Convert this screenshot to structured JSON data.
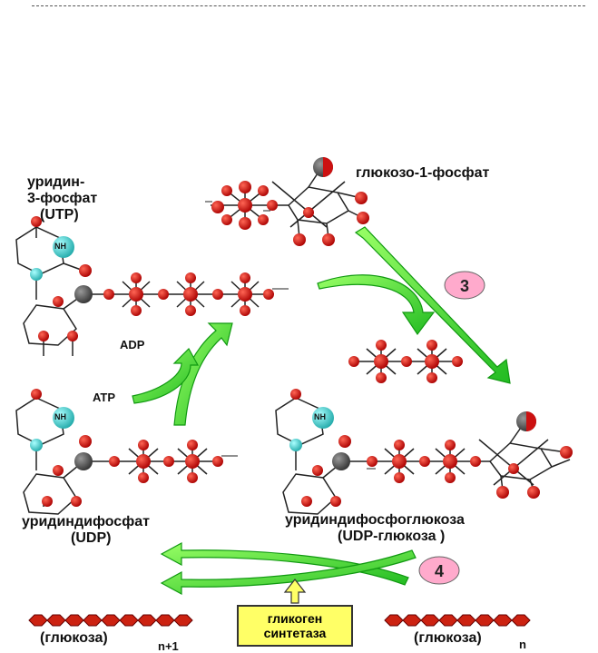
{
  "labels": {
    "utp_line1": "уридин-",
    "utp_line2": "3-фосфат",
    "utp_line3": "(UTP)",
    "glucose1p": "глюкозо-1-фосфат",
    "adp": "ADP",
    "atp": "ATP",
    "udp_name": "уридиндифосфат",
    "udp_abbr": "(UDP)",
    "udpg_name": "уридиндифосфоглюкоза",
    "udpg_abbr": "(UDP-глюкоза )",
    "glucose_n1": "(глюкоза)",
    "sub_n1": "n+1",
    "glucose_n": "(глюкоза)",
    "sub_n": "n"
  },
  "atoms": {
    "nh": "NH",
    "n": "N",
    "o": "O",
    "p": "P",
    "ch2": "CH"
  },
  "steps": {
    "step3": "3",
    "step4": "4"
  },
  "enzyme": {
    "line1": "гликоген",
    "line2": "синтетаза"
  },
  "colors": {
    "arrow": "#33cc33",
    "arrow_edge": "#119911",
    "oxygen": "#cc1111",
    "phosphorus": "#cc2211",
    "nitrogen": "#33cccc",
    "ch2": "#555555",
    "step_badge": "#ffaacc",
    "enzyme_box": "#ffff66"
  }
}
